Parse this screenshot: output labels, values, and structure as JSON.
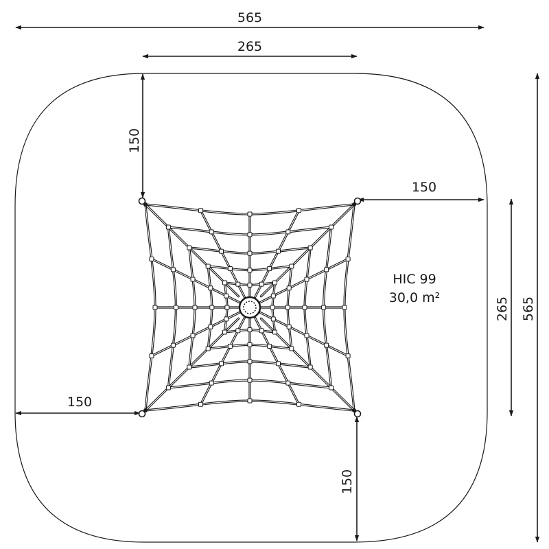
{
  "dimensions": {
    "overall_width": "565",
    "inner_width": "265",
    "top_offset": "150",
    "right_offset": "150",
    "left_offset": "150",
    "bottom_offset": "150",
    "inner_height": "265",
    "overall_height": "565"
  },
  "info": {
    "hic": "HIC 99",
    "area": "30,0 m²"
  },
  "colors": {
    "line": "#1a1a1a",
    "background": "#ffffff"
  }
}
